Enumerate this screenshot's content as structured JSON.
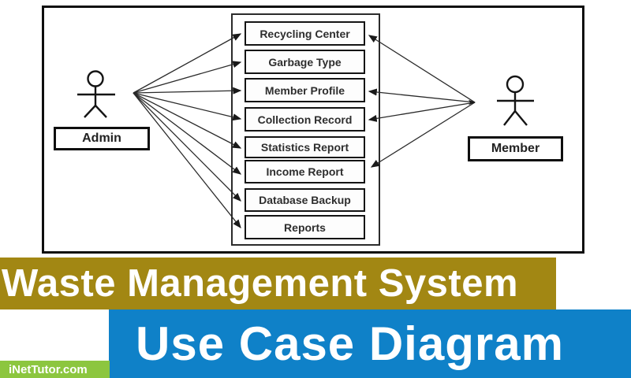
{
  "diagram": {
    "use_cases": [
      "Recycling Center",
      "Garbage Type",
      "Member Profile",
      "Collection Record",
      "Statistics Report",
      "Income Report",
      "Database Backup",
      "Reports"
    ],
    "actors": [
      {
        "name": "Admin",
        "connects_to": [
          "Recycling Center",
          "Garbage Type",
          "Member Profile",
          "Collection Record",
          "Statistics Report",
          "Income Report",
          "Database Backup",
          "Reports"
        ]
      },
      {
        "name": "Member",
        "connects_to": [
          "Recycling Center",
          "Member Profile",
          "Collection Record",
          "Income Report"
        ]
      }
    ]
  },
  "banners": {
    "title": "Waste Management System",
    "subtitle": "Use Case Diagram",
    "watermark": "iNetTutor.com"
  },
  "colors": {
    "banner_gold": "#A28713",
    "banner_blue": "#0F81C8",
    "watermark_green": "#8CC63F",
    "diagram_ink": "#1A1A1A"
  }
}
